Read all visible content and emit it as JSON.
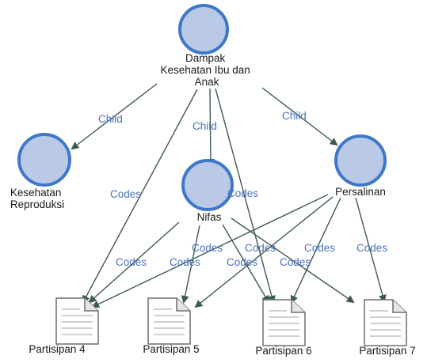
{
  "colors": {
    "node_fill": "#b9c9e6",
    "node_stroke": "#3f78c9",
    "edge": "#3d5a4e",
    "edge_label": "#4a70c0",
    "doc_fill": "#ffffff",
    "doc_stroke": "#6e6e6e",
    "doc_lines": "#b5b5b5"
  },
  "nodes": {
    "dampak": {
      "lines": [
        "Dampak",
        "Kesehatan Ibu dan",
        "Anak"
      ]
    },
    "kesehatan_reproduksi": {
      "lines": [
        "Kesehatan",
        "Reproduksi"
      ]
    },
    "nifas": {
      "lines": [
        "Nifas"
      ]
    },
    "persalinan": {
      "lines": [
        "Persalinan"
      ]
    }
  },
  "documents": {
    "p4": {
      "label": "Partisipan 4",
      "icon": "document-icon"
    },
    "p5": {
      "label": "Partisipan 5",
      "icon": "document-icon"
    },
    "p6": {
      "label": "Partisipan 6",
      "icon": "document-icon"
    },
    "p7": {
      "label": "Partisipan 7",
      "icon": "document-icon"
    }
  },
  "edge_labels": {
    "child": "Child",
    "codes": "Codes"
  }
}
